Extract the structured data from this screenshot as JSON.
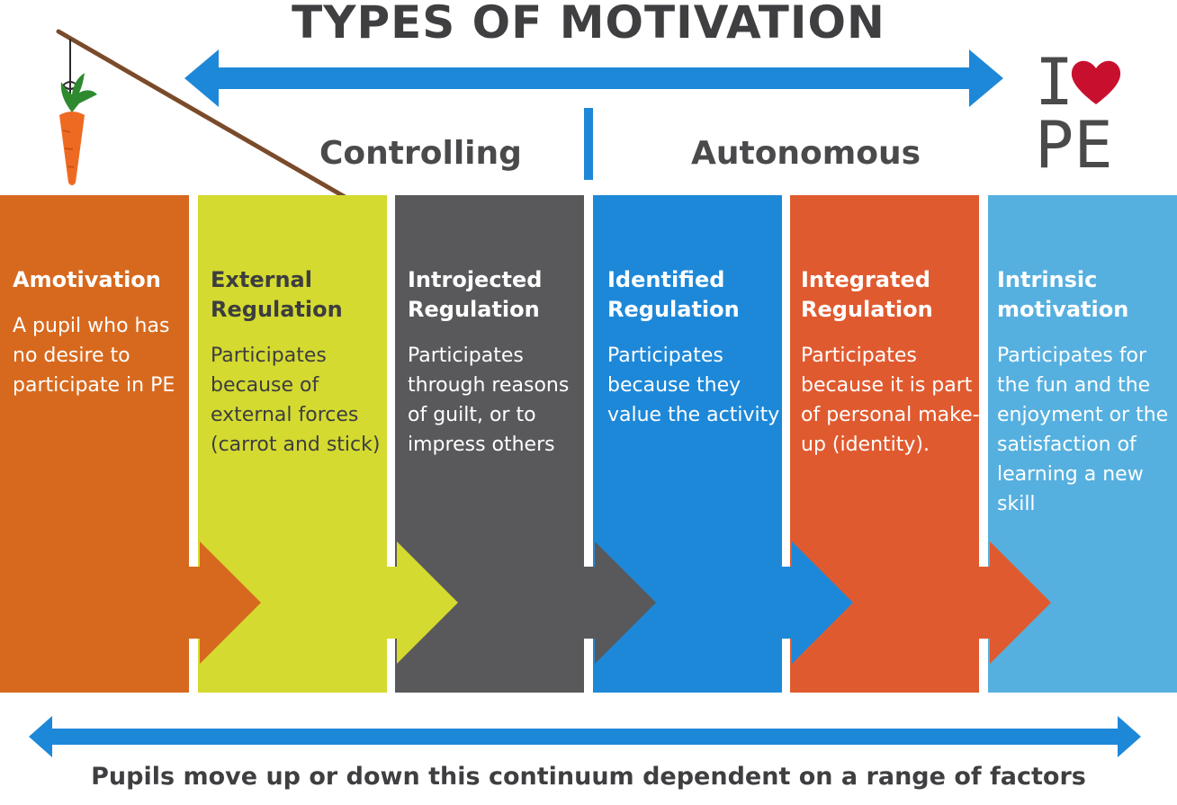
{
  "title": "TYPES OF MOTIVATION",
  "sections": {
    "left": "Controlling",
    "right": "Autonomous"
  },
  "logo": {
    "prefix": "I",
    "suffix": "PE",
    "heart_color": "#c8102e"
  },
  "panels": [
    {
      "title": "Amotivation",
      "body": "A pupil who has no desire to participate in PE",
      "color": "#d7691e"
    },
    {
      "title": "External Regulation",
      "body": "Participates because of external forces (carrot and stick)",
      "color": "#d4da2f"
    },
    {
      "title": "Introjected Regulation",
      "body": "Participates through reasons of guilt, or to impress others",
      "color": "#59585b"
    },
    {
      "title": "Identified Regulation",
      "body": "Participates because they value the activity",
      "color": "#1e88d8"
    },
    {
      "title": "Integrated Regulation",
      "body": "Participates because it is part of personal make-up (identity).",
      "color": "#e05a2f"
    },
    {
      "title": "Intrinsic motivation",
      "body": "Participates for the fun and the enjoyment or the satisfaction of learning a new skill",
      "color": "#56b0df"
    }
  ],
  "arrow_color": "#1e88d8",
  "footer": "Pupils move up or down this continuum dependent on a range of factors"
}
